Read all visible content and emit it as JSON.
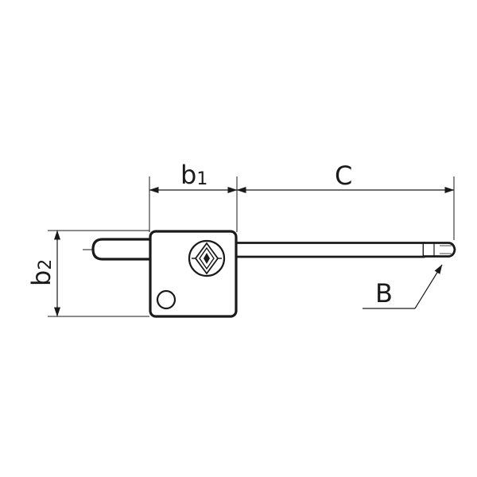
{
  "dimensions": {
    "b1": {
      "base": "b",
      "sub": "1"
    },
    "b2": {
      "base": "b",
      "sub": "2"
    },
    "c": "C",
    "b": "B"
  },
  "colors": {
    "line": "#1a1a1a",
    "background": "#ffffff"
  }
}
